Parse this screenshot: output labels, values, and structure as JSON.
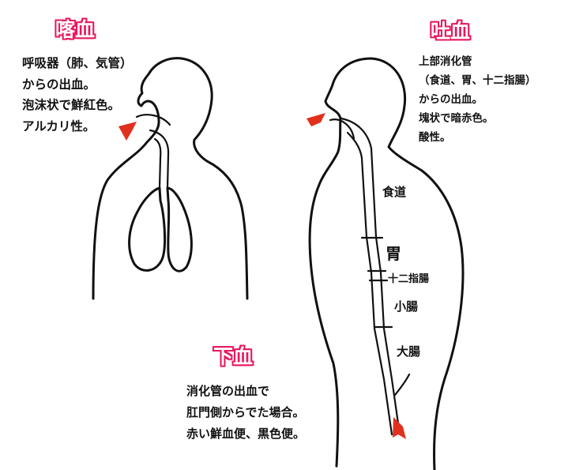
{
  "hemoptysis": {
    "title": "喀血",
    "lines": [
      "呼吸器（肺、気管）",
      "からの出血。",
      "泡沫状で鮮紅色。",
      "アルカリ性。"
    ]
  },
  "hematemesis": {
    "title": "吐血",
    "lines": [
      "上部消化管",
      "（食道、胃、十二指腸）",
      "からの出血。",
      "塊状で暗赤色。",
      "酸性。"
    ]
  },
  "hematochezia": {
    "title": "下血",
    "lines": [
      "消化管の出血で",
      "肛門側からでた場合。",
      "赤い鮮血便、黒色便。"
    ]
  },
  "organs": {
    "esophagus": "食道",
    "stomach": "胃",
    "duodenum": "十二指腸",
    "small_intestine": "小腸",
    "large_intestine": "大腸"
  },
  "colors": {
    "heading_outline": "#e8185f",
    "blood": "#e0301e",
    "line": "#111111"
  }
}
